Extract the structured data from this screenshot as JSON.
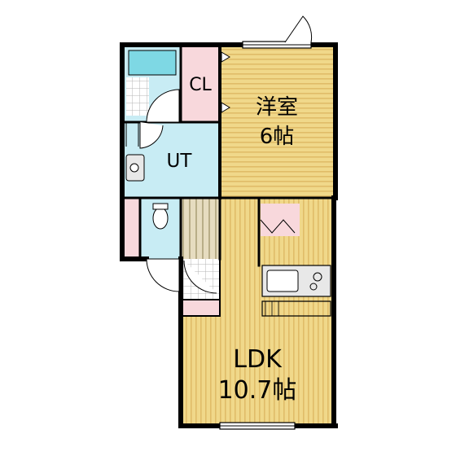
{
  "rooms": {
    "western_room": {
      "name": "洋室",
      "size": "6帖"
    },
    "ldk": {
      "name": "LDK",
      "size": "10.7帖"
    },
    "closet": {
      "name": "CL"
    },
    "utility": {
      "name": "UT"
    }
  },
  "colors": {
    "wall": "#000000",
    "floor_wood": "#f0d88a",
    "floor_stripe": "#e0bc68",
    "wet_area": "#c8ecf4",
    "closet": "#f8d8dc",
    "tub": "#7ed8e4",
    "tile": "#e8e8e8",
    "step": "#d8d0b0",
    "page_bg": "#ffffff"
  }
}
